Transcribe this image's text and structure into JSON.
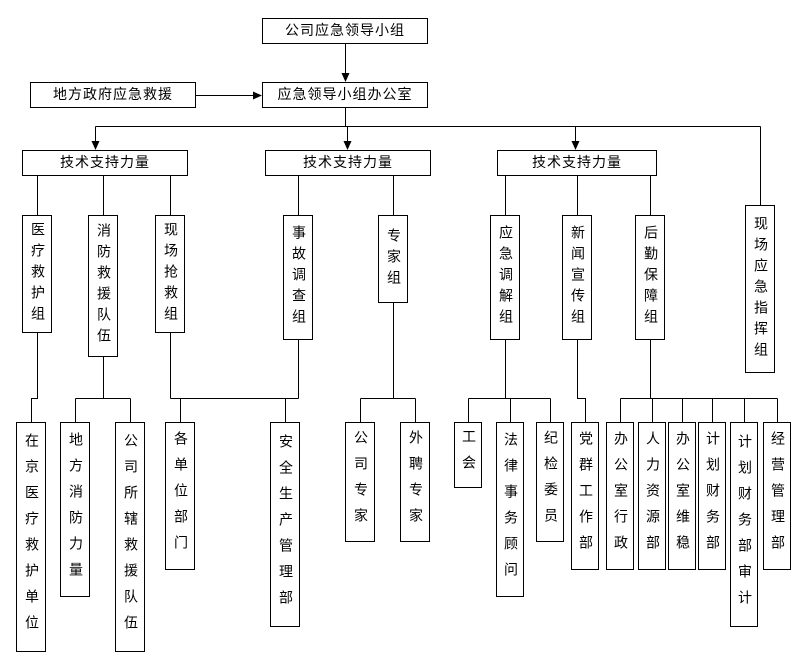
{
  "diagram": {
    "type": "org-flowchart",
    "nodes": {
      "leadership": {
        "label": "公司应急领导小组"
      },
      "office": {
        "label": "应急领导小组办公室"
      },
      "local_gov": {
        "label": "地方政府应急救援"
      },
      "tech_left": {
        "label": "技术支持力量"
      },
      "tech_center": {
        "label": "技术支持力量"
      },
      "tech_right": {
        "label": "技术支持力量"
      },
      "onsite_command": {
        "label": "现场应急指挥组"
      },
      "medical": {
        "label": "医疗救护组"
      },
      "fire": {
        "label": "消防救援队伍"
      },
      "rescue": {
        "label": "现场抢救组"
      },
      "investigation": {
        "label": "事故调查组"
      },
      "experts": {
        "label": "专家组"
      },
      "mediation": {
        "label": "应急调解组"
      },
      "news": {
        "label": "新闻宣传组"
      },
      "logistics": {
        "label": "后勤保障组"
      },
      "beijing_medical": {
        "label": "在京医疗救护单位"
      },
      "local_fire": {
        "label": "地方消防力量"
      },
      "company_rescue": {
        "label": "公司所辖救援队伍"
      },
      "unit_depts": {
        "label": "各单位部门"
      },
      "safety_mgmt": {
        "label": "安全生产管理部"
      },
      "company_experts": {
        "label": "公司专家"
      },
      "external_experts": {
        "label": "外聘专家"
      },
      "union": {
        "label": "工会"
      },
      "legal": {
        "label": "法律事务顾问"
      },
      "discipline": {
        "label": "纪检委员"
      },
      "party": {
        "label": "党群工作部"
      },
      "admin": {
        "label": "办公室行政"
      },
      "hr": {
        "label": "人力资源部"
      },
      "stability": {
        "label": "办公室维稳"
      },
      "finance": {
        "label": "计划财务部"
      },
      "audit": {
        "label": "计划财务部审计"
      },
      "operations": {
        "label": "经营管理部"
      }
    },
    "edges": [
      {
        "from": "leadership",
        "to": "office",
        "arrow": true
      },
      {
        "from": "local_gov",
        "to": "office",
        "arrow": true
      },
      {
        "from": "office",
        "to": "tech_left",
        "arrow": true
      },
      {
        "from": "office",
        "to": "tech_center",
        "arrow": true
      },
      {
        "from": "office",
        "to": "tech_right",
        "arrow": true
      },
      {
        "from": "office",
        "to": "onsite_command",
        "arrow": false
      },
      {
        "from": "tech_left",
        "to": "medical"
      },
      {
        "from": "tech_left",
        "to": "fire"
      },
      {
        "from": "tech_left",
        "to": "rescue"
      },
      {
        "from": "tech_center",
        "to": "investigation"
      },
      {
        "from": "tech_center",
        "to": "experts"
      },
      {
        "from": "tech_right",
        "to": "mediation"
      },
      {
        "from": "tech_right",
        "to": "news"
      },
      {
        "from": "tech_right",
        "to": "logistics"
      },
      {
        "from": "medical",
        "to": "beijing_medical"
      },
      {
        "from": "fire",
        "to": "local_fire"
      },
      {
        "from": "fire",
        "to": "company_rescue"
      },
      {
        "from": "rescue",
        "to": "unit_depts"
      },
      {
        "from": "rescue",
        "to": "safety_mgmt"
      },
      {
        "from": "investigation",
        "to": "unit_depts"
      },
      {
        "from": "investigation",
        "to": "safety_mgmt"
      },
      {
        "from": "experts",
        "to": "company_experts"
      },
      {
        "from": "experts",
        "to": "external_experts"
      },
      {
        "from": "mediation",
        "to": "union"
      },
      {
        "from": "mediation",
        "to": "legal"
      },
      {
        "from": "mediation",
        "to": "discipline"
      },
      {
        "from": "news",
        "to": "party"
      },
      {
        "from": "logistics",
        "to": "admin"
      },
      {
        "from": "logistics",
        "to": "hr"
      },
      {
        "from": "logistics",
        "to": "stability"
      },
      {
        "from": "logistics",
        "to": "finance"
      },
      {
        "from": "logistics",
        "to": "audit"
      },
      {
        "from": "logistics",
        "to": "operations"
      }
    ]
  }
}
